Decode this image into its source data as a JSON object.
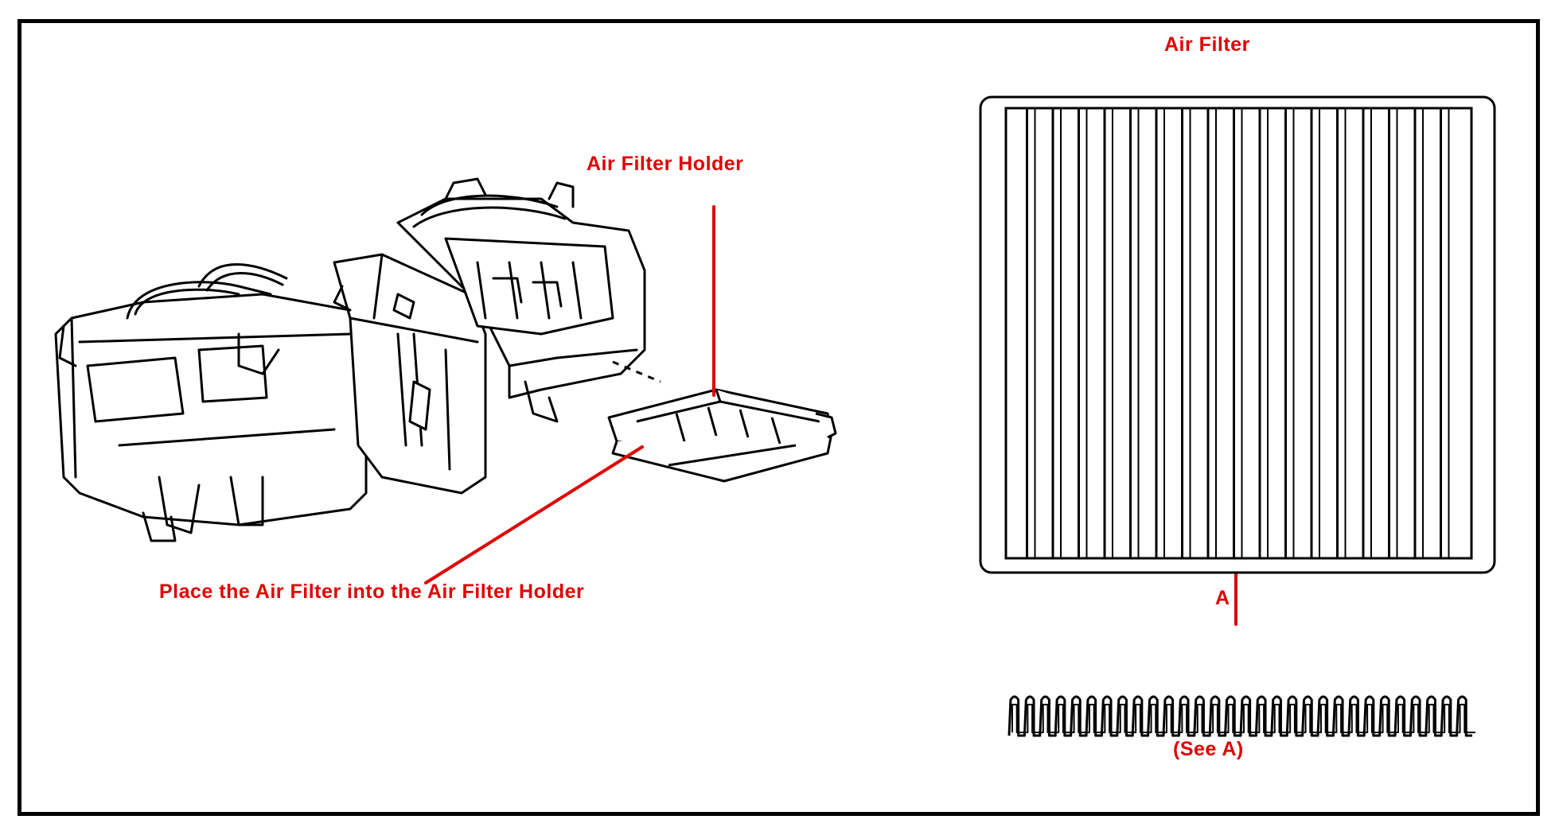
{
  "labels": {
    "air_filter_holder": "Air Filter Holder",
    "place_instruction": "Place the Air Filter into the Air Filter Holder",
    "air_filter": "Air Filter",
    "callout_a": "A",
    "see_a": "(See A)"
  },
  "colors": {
    "label": "#e00000",
    "line_art": "#000000",
    "frame": "#000000",
    "background": "#ffffff"
  }
}
